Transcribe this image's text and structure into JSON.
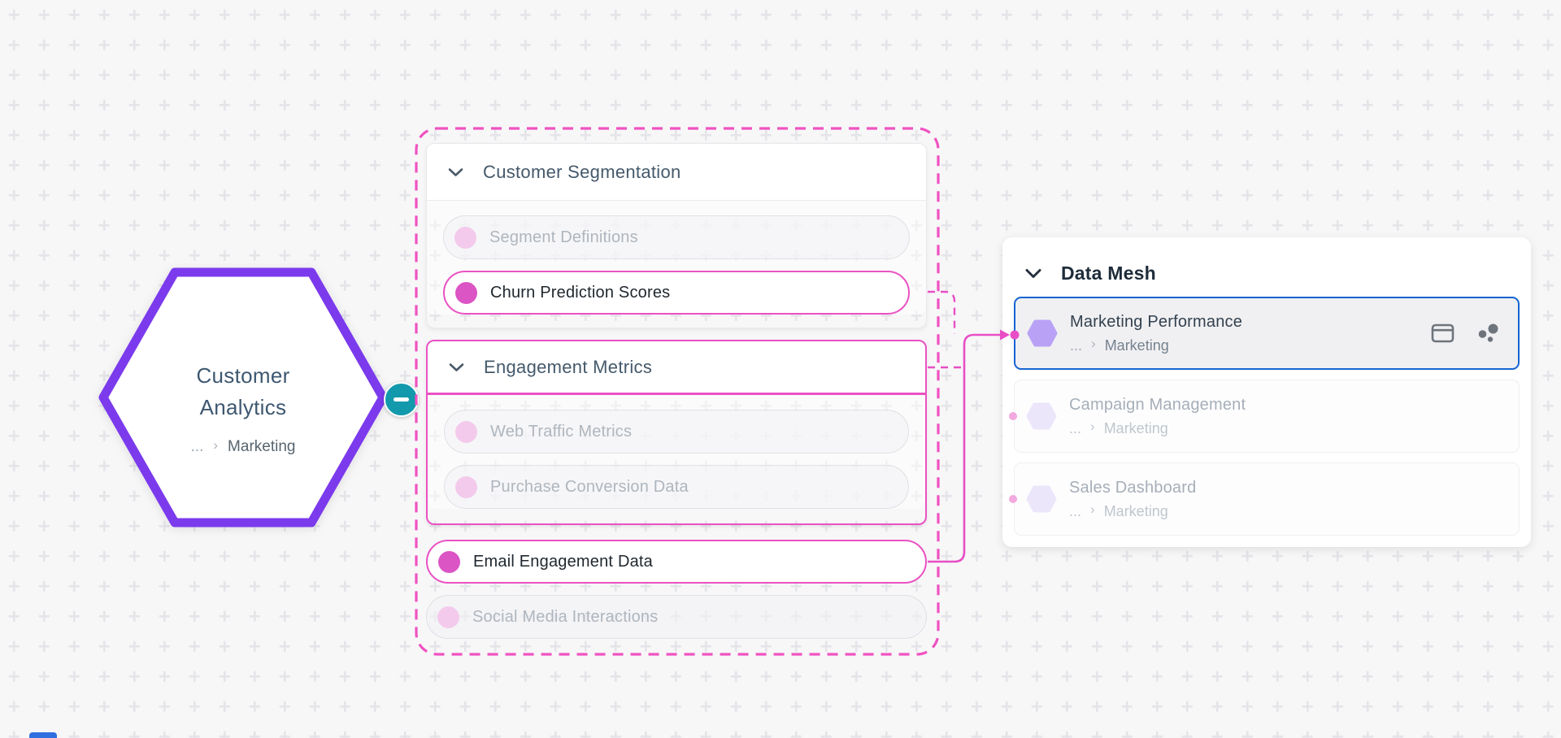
{
  "background": {
    "base": "#F7F7F8",
    "plus_mark": "#E5E5E9"
  },
  "palette": {
    "pink": "#EA52C3",
    "pink_dot": "#DB55C5",
    "pink_dot_faded": "#F3BFE9",
    "purple_border": "#7C3AED",
    "purple_hex_icon": "#B9A2F6",
    "purple_hex_icon_faded": "#E9E3FA",
    "teal": "#1299AC",
    "blue_selected": "#1564D0",
    "slate_text": "#44596B",
    "disabled_text": "#AFB6BE"
  },
  "hex_node": {
    "title_line1": "Customer",
    "title_line2": "Analytics",
    "breadcrumb": {
      "ellipsis": "...",
      "separator": "›",
      "label": "Marketing"
    }
  },
  "group": {
    "panels": [
      {
        "title": "Customer Segmentation",
        "items": [
          {
            "label": "Segment Definitions",
            "state": "disabled"
          },
          {
            "label": "Churn Prediction Scores",
            "state": "highlighted"
          }
        ]
      },
      {
        "title": "Engagement Metrics",
        "items": [
          {
            "label": "Web Traffic Metrics",
            "state": "disabled"
          },
          {
            "label": "Purchase Conversion Data",
            "state": "disabled"
          }
        ]
      }
    ],
    "items": [
      {
        "label": "Email Engagement Data",
        "state": "highlighted"
      },
      {
        "label": "Social Media Interactions",
        "state": "disabled"
      }
    ]
  },
  "mesh": {
    "title": "Data Mesh",
    "rows": [
      {
        "title": "Marketing Performance",
        "ellipsis": "...",
        "separator": "›",
        "breadcrumb": "Marketing",
        "state": "selected"
      },
      {
        "title": "Campaign Management",
        "ellipsis": "...",
        "separator": "›",
        "breadcrumb": "Marketing",
        "state": "faded"
      },
      {
        "title": "Sales Dashboard",
        "ellipsis": "...",
        "separator": "›",
        "breadcrumb": "Marketing",
        "state": "faded"
      }
    ]
  },
  "icons": {
    "chevron_down": "⌄",
    "chevron_right": "›",
    "minus": "−",
    "window": "window-frame",
    "lineage": "dot-cluster"
  }
}
